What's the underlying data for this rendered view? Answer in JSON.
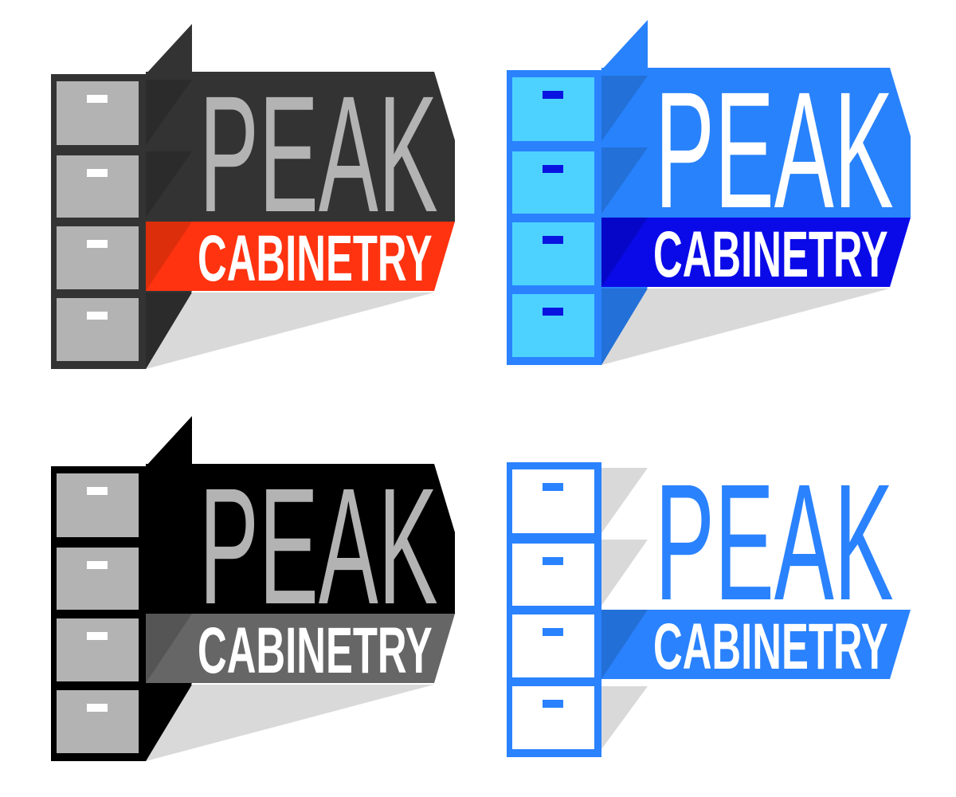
{
  "logos": [
    {
      "variant": "dark-red",
      "title": "PEAK",
      "subtitle": "CABINETRY",
      "colors": {
        "frame": "#333333",
        "drawer": "#b3b3b3",
        "handle": "#ffffff",
        "panel": "#333333",
        "panel_shade": "#2b2b2b",
        "band": "#ff3310",
        "band_shade": "#dd2e0c",
        "title": "#b3b3b3",
        "subtitle": "#ffffff",
        "shadow": "#d9d9d9"
      }
    },
    {
      "variant": "blue",
      "title": "PEAK",
      "subtitle": "CABINETRY",
      "colors": {
        "frame": "#2a82fe",
        "drawer": "#4dd2ff",
        "handle": "#0a14e0",
        "panel": "#2882fc",
        "panel_shade": "#2270d8",
        "band": "#0a0ae8",
        "band_shade": "#0606c8",
        "title": "#ffffff",
        "subtitle": "#ffffff",
        "shadow": "#d9d9d9"
      }
    },
    {
      "variant": "black-gray",
      "title": "PEAK",
      "subtitle": "CABINETRY",
      "colors": {
        "frame": "#000000",
        "drawer": "#b3b3b3",
        "handle": "#ffffff",
        "panel": "#000000",
        "panel_shade": "#000000",
        "band": "#666666",
        "band_shade": "#555555",
        "title": "#b3b3b3",
        "subtitle": "#ffffff",
        "shadow": "#d9d9d9"
      }
    },
    {
      "variant": "outline-blue",
      "title": "PEAK",
      "subtitle": "CABINETRY",
      "colors": {
        "frame": "#2a82fe",
        "drawer": "#ffffff",
        "handle": "#2a82fe",
        "panel": "none",
        "panel_shade": "#d9d9d9",
        "band": "#2a82fe",
        "band_shade": "#236fd8",
        "title": "#2a82fe",
        "subtitle": "#ffffff",
        "shadow": "none"
      }
    }
  ]
}
